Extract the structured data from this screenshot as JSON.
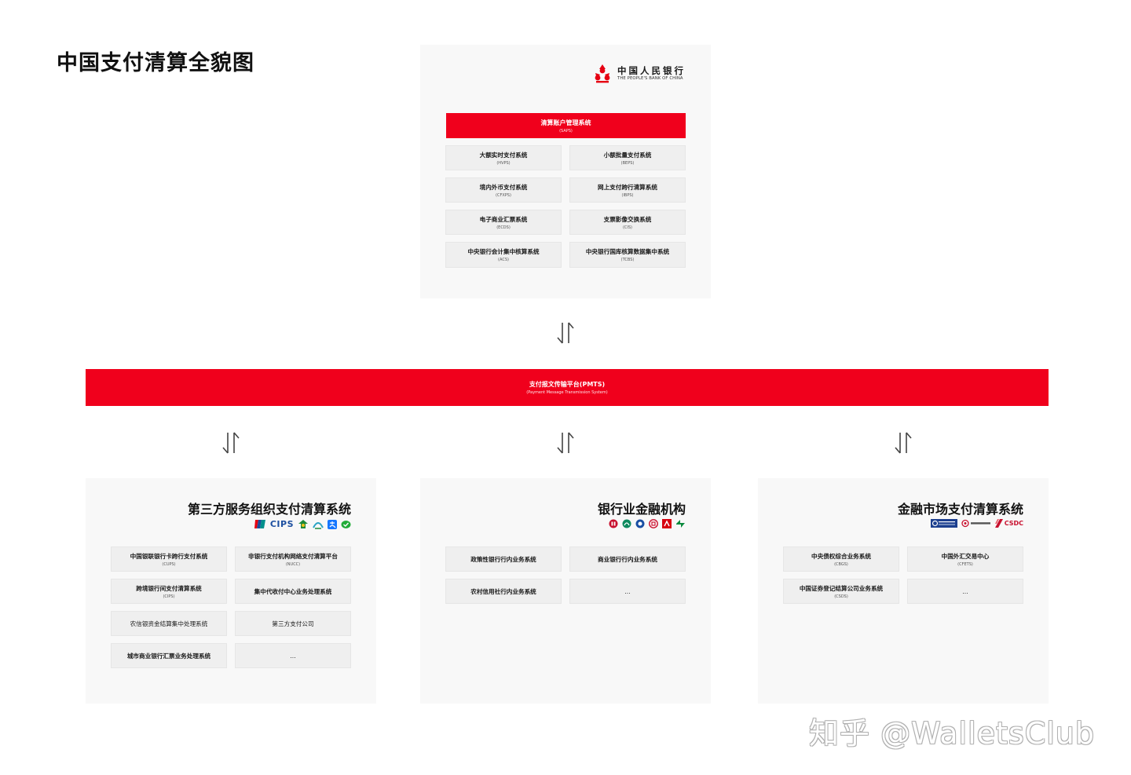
{
  "title": "中国支付清算全貌图",
  "pboc": {
    "logo_cn": "中国人民银行",
    "logo_en": "THE PEOPLE'S BANK OF CHINA",
    "saps": {
      "name": "清算账户管理系统",
      "abbr": "(SAPS)"
    },
    "systems": [
      {
        "name": "大额实时支付系统",
        "abbr": "(HVPS)"
      },
      {
        "name": "小额批量支付系统",
        "abbr": "(BEPS)"
      },
      {
        "name": "境内外币支付系统",
        "abbr": "(CFXPS)"
      },
      {
        "name": "网上支付跨行清算系统",
        "abbr": "(IBPS)"
      },
      {
        "name": "电子商业汇票系统",
        "abbr": "(ECDS)"
      },
      {
        "name": "支票影像交换系统",
        "abbr": "(CIS)"
      },
      {
        "name": "中央银行会计集中核算系统",
        "abbr": "(ACS)"
      },
      {
        "name": "中央银行国库核算数据集中系统",
        "abbr": "(TCBS)"
      }
    ]
  },
  "pmts": {
    "name": "支付报文传输平台(PMTS)",
    "english": "(Payment Message Transmission System)"
  },
  "third_party": {
    "title": "第三方服务组织支付清算系统",
    "logos": [
      "unionpay-logo",
      "cips-logo",
      "rural-credit-logo",
      "nucc-logo",
      "alipay-logo",
      "wechat-pay-logo"
    ],
    "cips_text": "CIPS",
    "systems": [
      {
        "name": "中国银联银行卡跨行支付系统",
        "abbr": "(CUPS)"
      },
      {
        "name": "非银行支付机构网络支付清算平台",
        "abbr": "(NUCC)"
      },
      {
        "name": "跨境银行间支付清算系统",
        "abbr": "(CIPS)"
      },
      {
        "name": "集中代收付中心业务处理系统",
        "abbr": ""
      },
      {
        "name": "农信银资金结算集中处理系统",
        "abbr": ""
      },
      {
        "name": "第三方支付公司",
        "abbr": ""
      },
      {
        "name": "城市商业银行汇票业务处理系统",
        "abbr": ""
      },
      {
        "name": "...",
        "abbr": ""
      }
    ]
  },
  "banking": {
    "title": "银行业金融机构",
    "logos": [
      "boc-logo",
      "abc-logo",
      "ccb-logo",
      "icbc-logo",
      "cmb-logo",
      "psbc-logo"
    ],
    "systems": [
      {
        "name": "政策性银行行内业务系统",
        "abbr": ""
      },
      {
        "name": "商业银行行内业务系统",
        "abbr": ""
      },
      {
        "name": "农村信用社行内业务系统",
        "abbr": ""
      },
      {
        "name": "...",
        "abbr": ""
      }
    ]
  },
  "financial_market": {
    "title": "金融市场支付清算系统",
    "logos": [
      "ccdc-logo",
      "shclearing-logo",
      "csdc-logo"
    ],
    "csdc_text": "CSDC",
    "systems": [
      {
        "name": "中央债权综合业务系统",
        "abbr": "(CBGS)"
      },
      {
        "name": "中国外汇交易中心",
        "abbr": "(CFETS)"
      },
      {
        "name": "中国证券登记结算公司业务系统",
        "abbr": "(CSDS)"
      },
      {
        "name": "...",
        "abbr": ""
      }
    ]
  },
  "watermark": "知乎 @WalletsClub",
  "colors": {
    "accent_red": "#f0001c",
    "panel_bg": "#f8f8f8",
    "cell_bg": "#efefef"
  }
}
